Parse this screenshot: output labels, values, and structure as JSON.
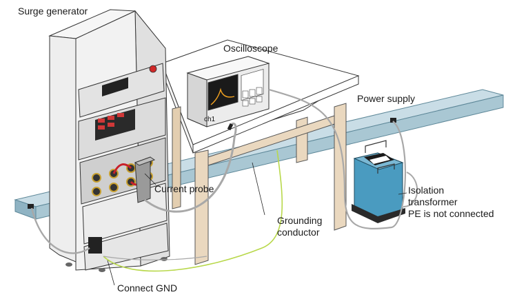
{
  "labels": {
    "surge_generator": "Surge generator",
    "oscilloscope": "Oscilloscope",
    "power_supply": "Power supply",
    "current_probe": "Current probe",
    "isolation_transformer": "Isolation\ntransformer\nPE is not connected",
    "grounding_conductor": "Grounding\nconductor",
    "connect_gnd": "Connect GND",
    "channel": "ch1"
  },
  "colors": {
    "rail": "#a9c7d3",
    "rail_edge": "#5d8798",
    "cabinet": "#f2f2f2",
    "panel": "#e3e3e3",
    "table_leg": "#ead8bf",
    "table_top": "#ffffff",
    "transformer": "#4a9bc0",
    "cable_gray": "#a8a8a8",
    "ground_wire": "#b8d84a",
    "red_wire": "#c8202a",
    "display_red": "#d03838"
  }
}
